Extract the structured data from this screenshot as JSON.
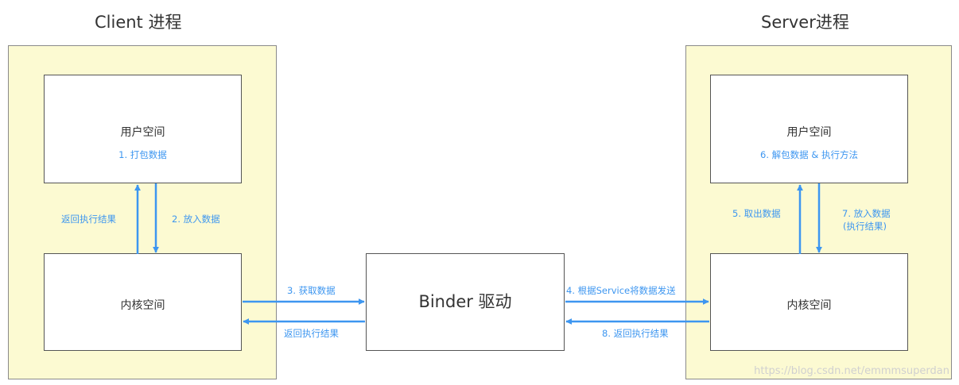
{
  "client": {
    "title": "Client 进程",
    "user_space": {
      "title": "用户空间",
      "note": "1. 打包数据"
    },
    "kernel_space": {
      "title": "内核空间"
    },
    "label_up": "返回执行结果",
    "label_down": "2. 放入数据"
  },
  "binder": {
    "title": "Binder 驱动"
  },
  "server": {
    "title": "Server进程",
    "user_space": {
      "title": "用户空间",
      "note": "6. 解包数据 & 执行方法"
    },
    "kernel_space": {
      "title": "内核空间"
    },
    "label_up": "5. 取出数据",
    "label_down_line1": "7. 放入数据",
    "label_down_line2": "(执行结果)"
  },
  "links": {
    "client_to_binder": "3. 获取数据",
    "binder_to_client": "返回执行结果",
    "binder_to_server": "4. 根据Service将数据发送",
    "server_to_binder": "8. 返回执行结果"
  },
  "watermark": "https://blog.csdn.net/emmmsuperdan",
  "colors": {
    "arrow": "#3d96f0",
    "panel": "#fcfad2",
    "label": "#3d96f0"
  }
}
